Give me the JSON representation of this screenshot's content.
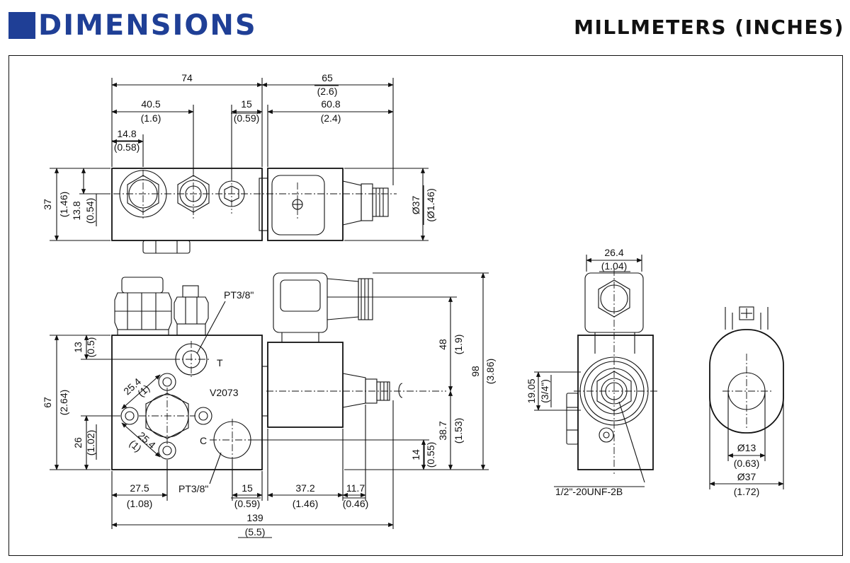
{
  "header": {
    "title": "DIMENSIONS",
    "units": "MILLMETERS (INCHES)",
    "accent_color": "#1f3f96"
  },
  "top_view": {
    "d_74": "74",
    "d_65": "65",
    "d_65_in": "(2.6)",
    "d_40_5": "40.5",
    "d_40_5_in": "(1.6)",
    "d_15": "15",
    "d_15_in": "(0.59)",
    "d_60_8": "60.8",
    "d_60_8_in": "(2.4)",
    "d_14_8": "14.8",
    "d_14_8_in": "(0.58)",
    "d_37": "37",
    "d_37_in": "(1.46)",
    "d_13_8": "13.8",
    "d_13_8_in": "(0.54)",
    "d_dia37": "Ø37",
    "d_dia37_in": "(Ø1.46)"
  },
  "front_view": {
    "port_top": "PT3/8\"",
    "port_t": "T",
    "model": "V2073",
    "port_c": "C",
    "port_bottom": "PT3/8\"",
    "d_13": "13",
    "d_13_in": "(0.5)",
    "d_67": "67",
    "d_67_in": "(2.64)",
    "d_26": "26",
    "d_26_in": "(1.02)",
    "d_25_4a": "25.4",
    "d_25_4a_in": "(1)",
    "d_25_4b": "25.4",
    "d_25_4b_in": "(1)",
    "d_48": "48",
    "d_48_in": "(1.9)",
    "d_98": "98",
    "d_98_in": "(3.86)",
    "d_38_7": "38.7",
    "d_38_7_in": "(1.53)",
    "d_14": "14",
    "d_14_in": "(0.55)",
    "d_27_5": "27.5",
    "d_27_5_in": "(1.08)",
    "d_15b": "15",
    "d_15b_in": "(0.59)",
    "d_37_2": "37.2",
    "d_37_2_in": "(1.46)",
    "d_11_7": "11.7",
    "d_11_7_in": "(0.46)",
    "d_139": "139",
    "d_139_in": "(5.5)"
  },
  "side_view": {
    "d_26_4": "26.4",
    "d_26_4_in": "(1.04)",
    "d_19_05": "19.05",
    "d_19_05_in": "(3/4\")",
    "thread": "1/2\"-20UNF-2B"
  },
  "coil_view": {
    "d_dia13": "Ø13",
    "d_dia13_in": "(0.63)",
    "d_dia37": "Ø37",
    "d_dia37_in": "(1.72)"
  }
}
